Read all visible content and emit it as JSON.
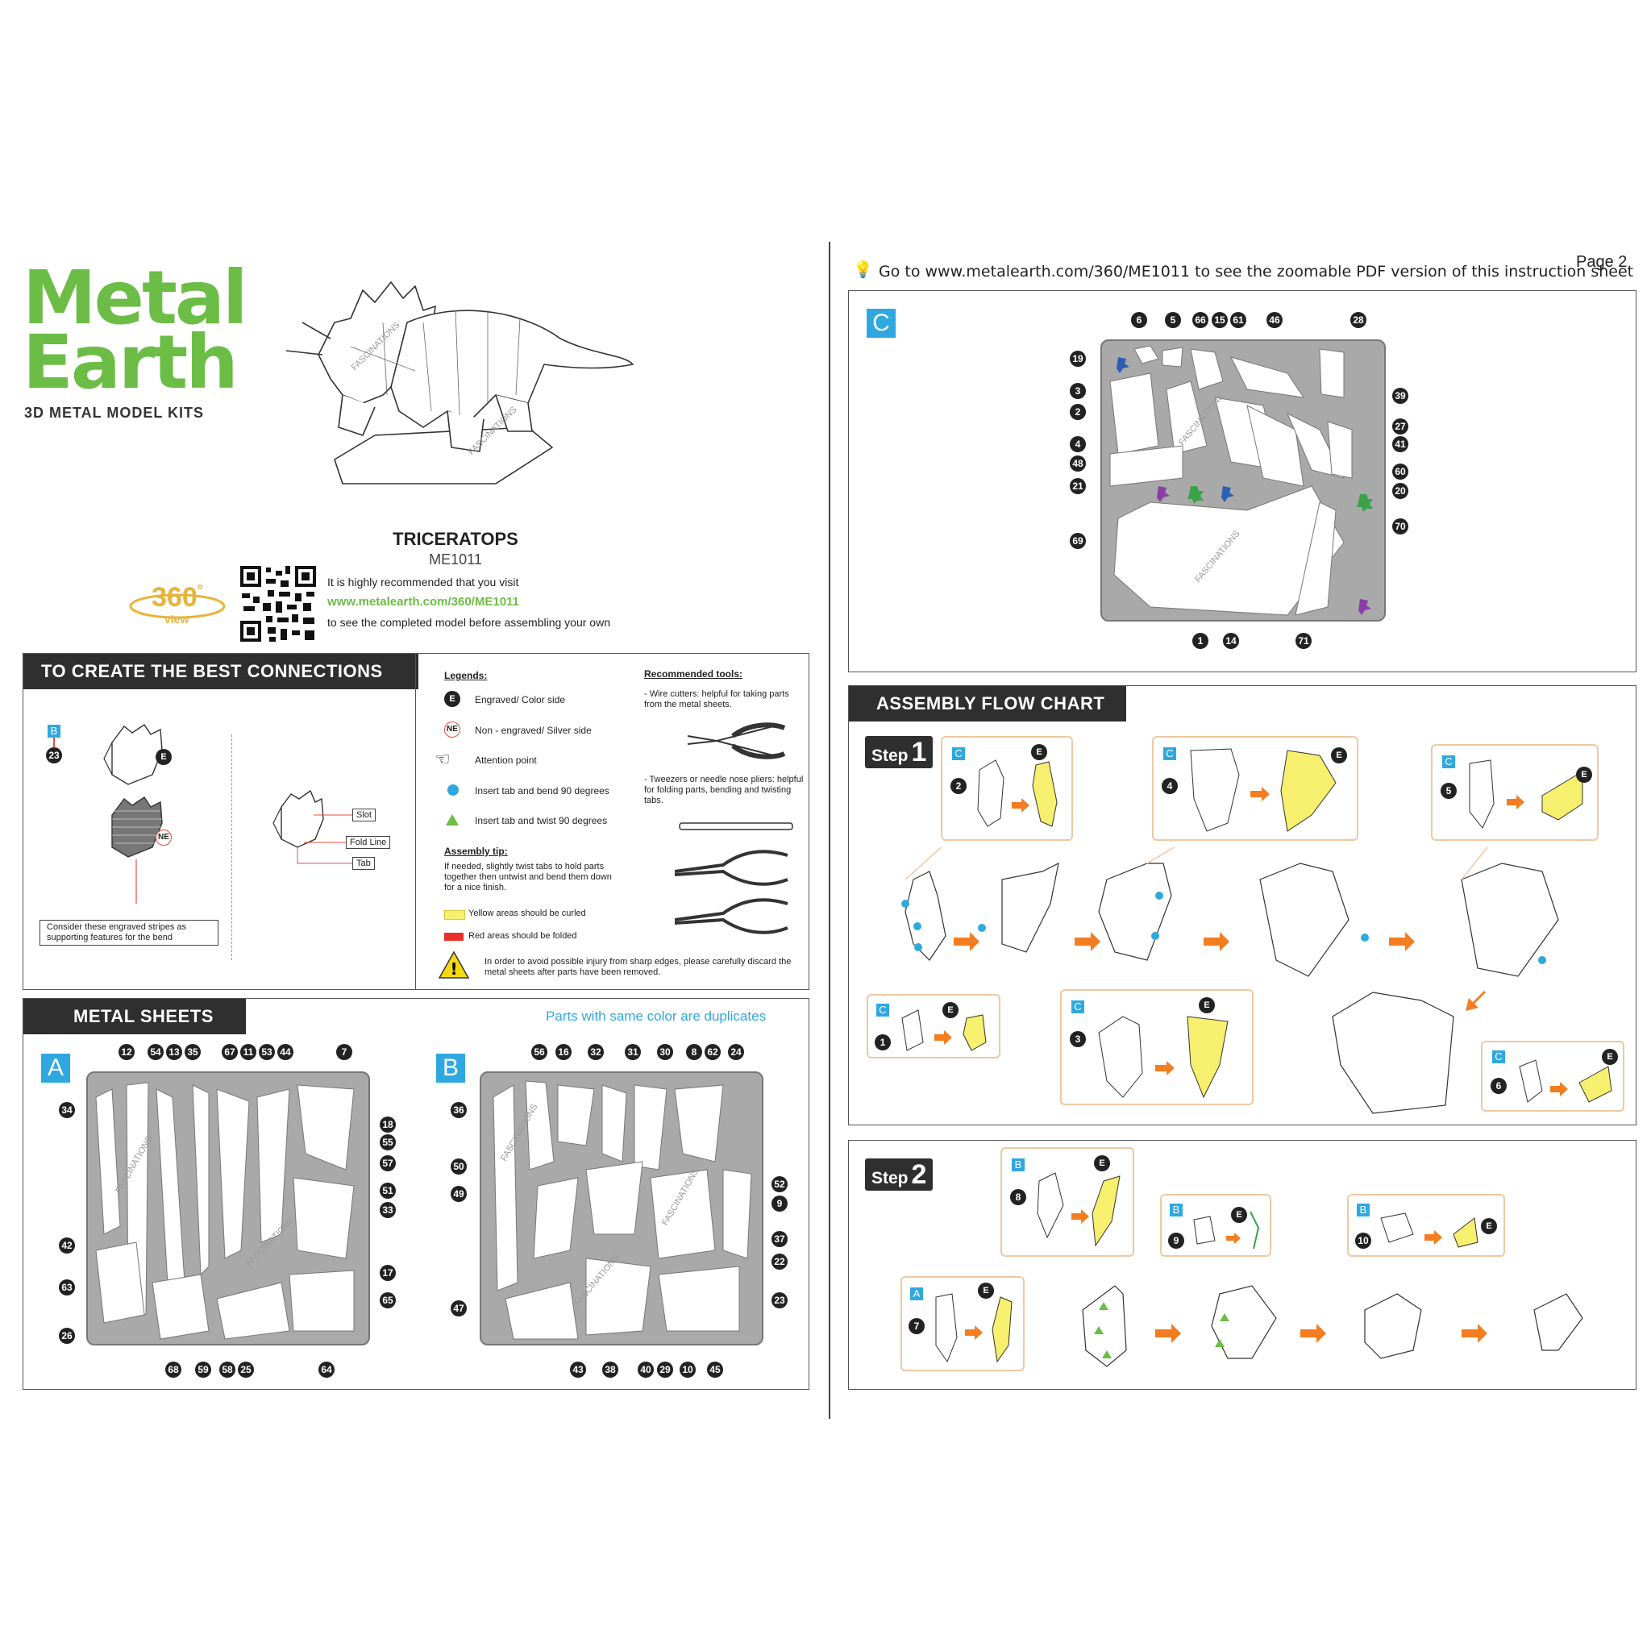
{
  "brand": {
    "line1": "Metal",
    "line2": "Earth",
    "tagline": "3D METAL MODEL KITS"
  },
  "product": {
    "name": "TRICERATOPS",
    "code": "ME1011"
  },
  "view360": {
    "number": "360",
    "degree": "°",
    "word": "view"
  },
  "visit": {
    "line1": "It is highly recommended that you visit",
    "url": "www.metalearth.com/360/ME1011",
    "line2": "to see the completed model before assembling your own"
  },
  "page_label": "Page 2",
  "zoom_note": "Go to www.metalearth.com/360/ME1011 to see the zoomable PDF version of this instruction sheet",
  "watermark": "FASCINATIONS",
  "connections": {
    "title": "TO CREATE THE BEST CONNECTIONS",
    "sheet_letter": "B",
    "part": "23",
    "e": "E",
    "ne": "NE",
    "note": "Consider these engraved stripes as supporting features for the bend",
    "slot": "Slot",
    "fold": "Fold Line",
    "tab": "Tab"
  },
  "legends": {
    "title": "Legends:",
    "items": [
      {
        "badge": "E",
        "text": "Engraved/ Color side"
      },
      {
        "badge": "NE",
        "text": "Non - engraved/ Silver side"
      },
      {
        "badge": "",
        "text": "Attention point"
      },
      {
        "badge": "",
        "text": "Insert tab and bend 90 degrees"
      },
      {
        "badge": "",
        "text": "Insert tab and twist 90 degrees"
      }
    ],
    "tip_title": "Assembly tip:",
    "tip_text": "If needed, slightly twist tabs to hold parts together then untwist and bend them down for a nice finish.",
    "yellow": "Yellow areas should be curled",
    "red": "Red areas should be folded",
    "warning": "In order to avoid possible injury from sharp edges, please carefully discard the metal sheets after parts have been removed."
  },
  "tools": {
    "title": "Recommended tools:",
    "wire": "- Wire cutters: helpful for taking parts from the metal sheets.",
    "tweezers": "- Tweezers or needle nose pliers: helpful for folding parts, bending and twisting tabs."
  },
  "metal_sheets": {
    "title": "METAL SHEETS",
    "dup_note": "Parts with same color are duplicates",
    "A": {
      "letter": "A",
      "top": [
        "12",
        "54",
        "13",
        "35",
        "67",
        "11",
        "53",
        "44",
        "7"
      ],
      "left": [
        "34",
        "42",
        "63",
        "26"
      ],
      "right": [
        "18",
        "55",
        "57",
        "51",
        "33",
        "17",
        "65"
      ],
      "bottom": [
        "68",
        "59",
        "58",
        "25",
        "64"
      ]
    },
    "B": {
      "letter": "B",
      "top": [
        "56",
        "16",
        "32",
        "31",
        "30",
        "8",
        "62",
        "24"
      ],
      "left": [
        "36",
        "50",
        "49",
        "47"
      ],
      "right": [
        "52",
        "9",
        "37",
        "22",
        "23"
      ],
      "bottom": [
        "43",
        "38",
        "40",
        "29",
        "10",
        "45"
      ]
    }
  },
  "sheet_c": {
    "letter": "C",
    "top": [
      "6",
      "5",
      "66",
      "15",
      "61",
      "46",
      "28"
    ],
    "left": [
      "19",
      "3",
      "2",
      "4",
      "48",
      "21",
      "69"
    ],
    "right": [
      "39",
      "27",
      "41",
      "60",
      "20",
      "70"
    ],
    "bottom": [
      "1",
      "14",
      "71"
    ]
  },
  "flow": {
    "title": "ASSEMBLY FLOW CHART",
    "step_word": "Step",
    "step1": {
      "n": "1",
      "callouts": [
        {
          "sheet": "C",
          "part": "2"
        },
        {
          "sheet": "C",
          "part": "4"
        },
        {
          "sheet": "C",
          "part": "5"
        },
        {
          "sheet": "C",
          "part": "1"
        },
        {
          "sheet": "C",
          "part": "3"
        },
        {
          "sheet": "C",
          "part": "6"
        }
      ]
    },
    "step2": {
      "n": "2",
      "callouts": [
        {
          "sheet": "B",
          "part": "8"
        },
        {
          "sheet": "B",
          "part": "9"
        },
        {
          "sheet": "B",
          "part": "10"
        },
        {
          "sheet": "A",
          "part": "7"
        }
      ]
    },
    "e": "E"
  }
}
